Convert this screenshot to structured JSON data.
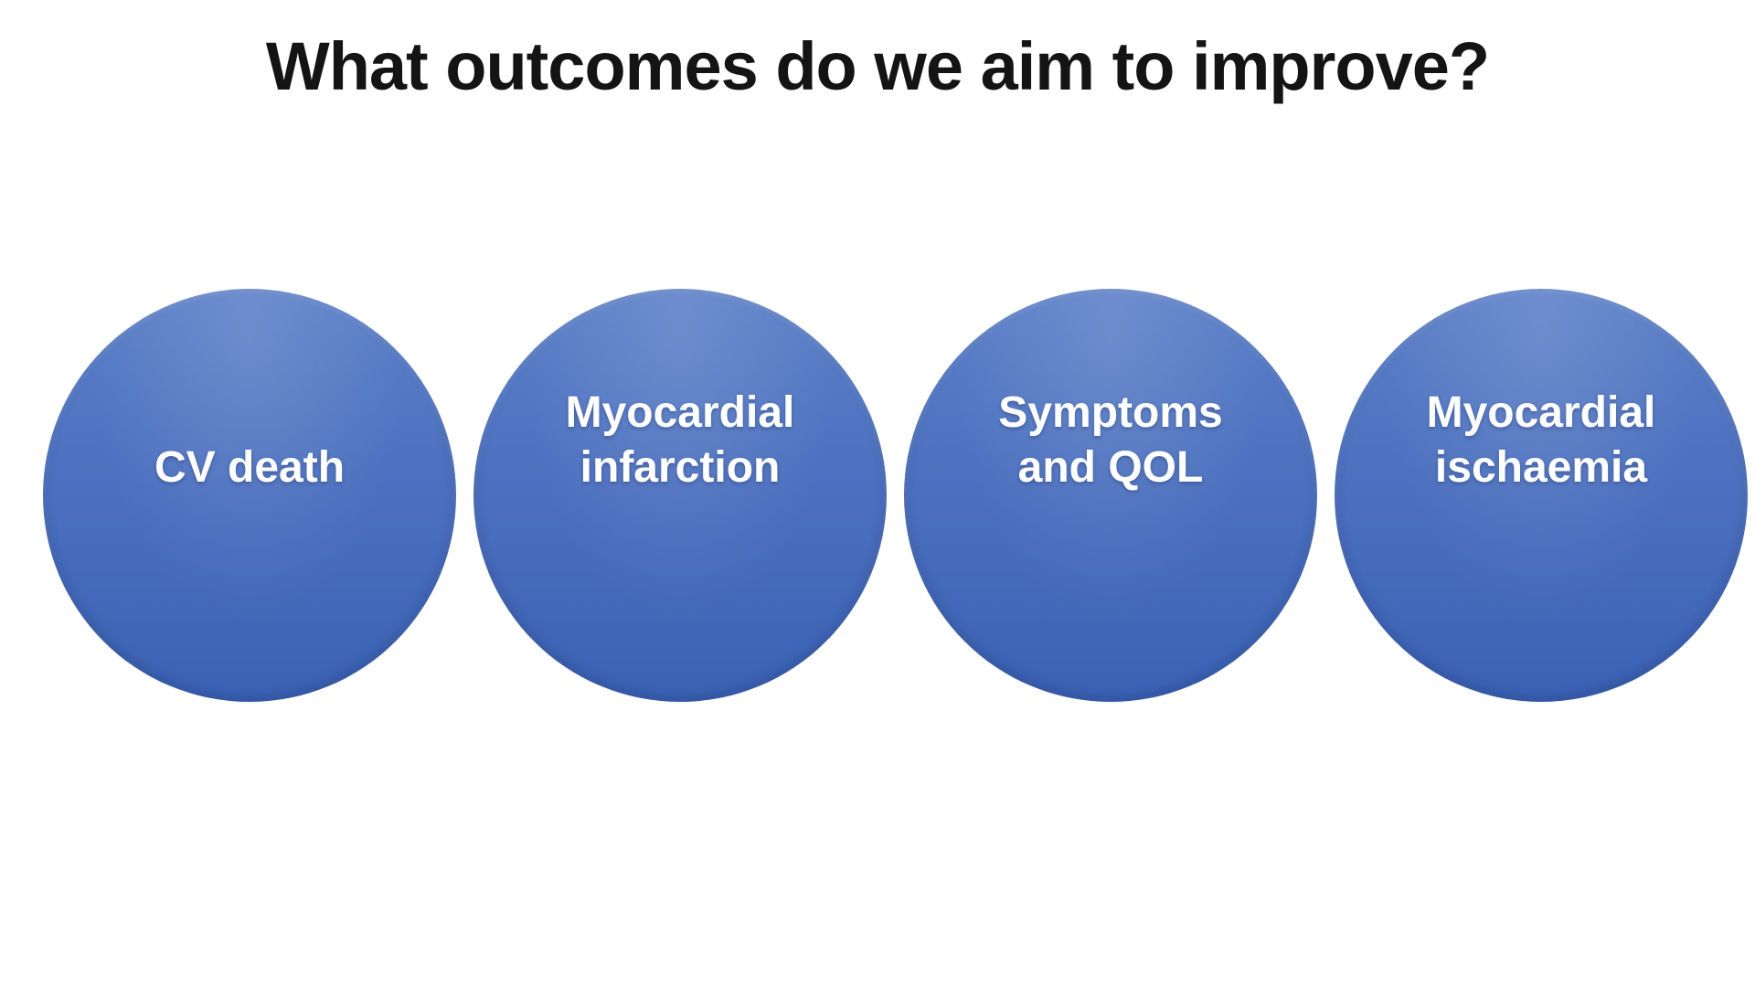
{
  "slide": {
    "title": "What outcomes do we aim to improve?",
    "background_color": "#ffffff",
    "title_color": "#141414"
  },
  "outcomes": [
    {
      "label": "CV death",
      "lines": [
        "CV death",
        ""
      ]
    },
    {
      "label": "Myocardial infarction",
      "lines": [
        "Myocardial",
        "infarction"
      ]
    },
    {
      "label": "Symptoms and QOL",
      "lines": [
        "Symptoms",
        "and QOL"
      ]
    },
    {
      "label": "Myocardial ischaemia",
      "lines": [
        "Myocardial",
        "ischaemia"
      ]
    }
  ],
  "colors": {
    "bubble_gradient_top": "#5B7FC8",
    "bubble_gradient_bottom": "#3A62B5",
    "bubble_text": "#FFFFFF"
  }
}
